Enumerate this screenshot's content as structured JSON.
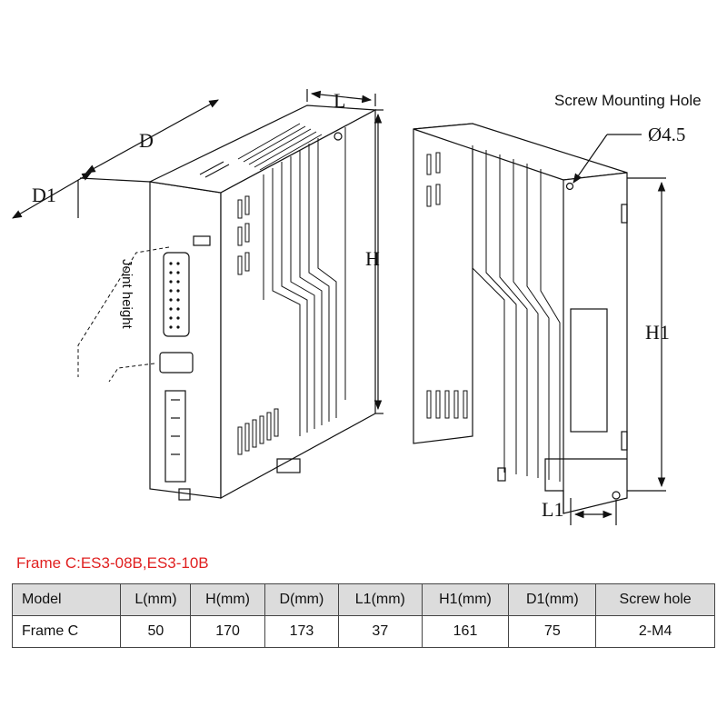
{
  "labels": {
    "screw_hole_title": "Screw Mounting Hole",
    "diameter": "Ø4.5",
    "dim_l": "L",
    "dim_d": "D",
    "dim_d1": "D1",
    "dim_h": "H",
    "dim_h1": "H1",
    "dim_l1": "L1",
    "joint_height": "Joint height"
  },
  "frame_title": "Frame C:ES3-08B,ES3-10B",
  "table": {
    "headers": [
      "Model",
      "L(mm)",
      "H(mm)",
      "D(mm)",
      "L1(mm)",
      "H1(mm)",
      "D1(mm)",
      "Screw hole"
    ],
    "rows": [
      [
        "Frame C",
        "50",
        "170",
        "173",
        "37",
        "161",
        "75",
        "2-M4"
      ]
    ]
  },
  "colors": {
    "frame_title": "#e02020",
    "header_bg": "#dcdcdc",
    "line": "#111111"
  }
}
